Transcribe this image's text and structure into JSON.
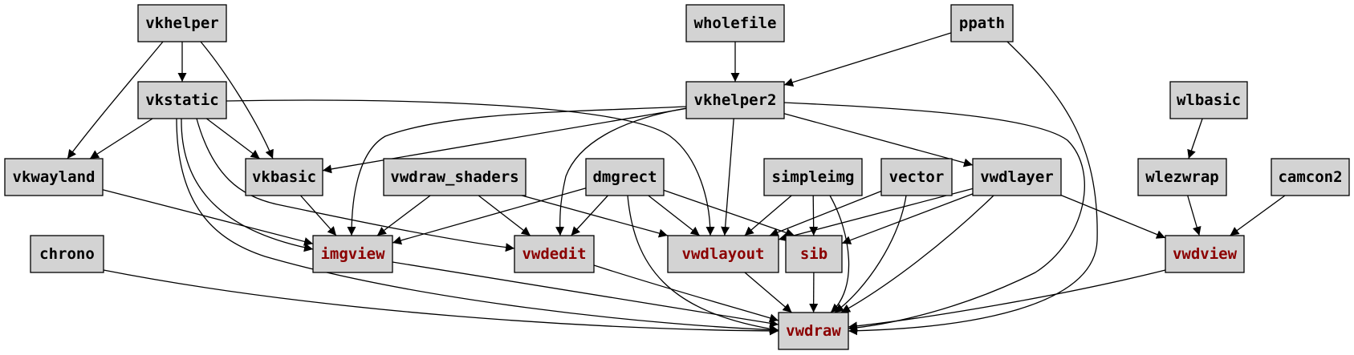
{
  "colors": {
    "node_fill": "#d3d3d3",
    "node_border": "#000000",
    "default_text": "#000000",
    "highlight_text": "#8b0000",
    "edge": "#000000",
    "background": "#ffffff"
  },
  "nodes": {
    "vkhelper": {
      "label": "vkhelper",
      "highlight": false
    },
    "wholefile": {
      "label": "wholefile",
      "highlight": false
    },
    "ppath": {
      "label": "ppath",
      "highlight": false
    },
    "vkstatic": {
      "label": "vkstatic",
      "highlight": false
    },
    "vkhelper2": {
      "label": "vkhelper2",
      "highlight": false
    },
    "wlbasic": {
      "label": "wlbasic",
      "highlight": false
    },
    "vkwayland": {
      "label": "vkwayland",
      "highlight": false
    },
    "vkbasic": {
      "label": "vkbasic",
      "highlight": false
    },
    "vwdraw_shaders": {
      "label": "vwdraw_shaders",
      "highlight": false
    },
    "dmgrect": {
      "label": "dmgrect",
      "highlight": false
    },
    "simpleimg": {
      "label": "simpleimg",
      "highlight": false
    },
    "vector": {
      "label": "vector",
      "highlight": false
    },
    "vwdlayer": {
      "label": "vwdlayer",
      "highlight": false
    },
    "wlezwrap": {
      "label": "wlezwrap",
      "highlight": false
    },
    "camcon2": {
      "label": "camcon2",
      "highlight": false
    },
    "chrono": {
      "label": "chrono",
      "highlight": false
    },
    "imgview": {
      "label": "imgview",
      "highlight": true
    },
    "vwdedit": {
      "label": "vwdedit",
      "highlight": true
    },
    "vwdlayout": {
      "label": "vwdlayout",
      "highlight": true
    },
    "sib": {
      "label": "sib",
      "highlight": true
    },
    "vwdview": {
      "label": "vwdview",
      "highlight": true
    },
    "vwdraw": {
      "label": "vwdraw",
      "highlight": true
    }
  },
  "edges": [
    {
      "from": "vkhelper",
      "to": "vkstatic"
    },
    {
      "from": "vkhelper",
      "to": "vkwayland"
    },
    {
      "from": "vkhelper",
      "to": "vkbasic"
    },
    {
      "from": "wholefile",
      "to": "vkhelper2"
    },
    {
      "from": "ppath",
      "to": "vkhelper2"
    },
    {
      "from": "ppath",
      "to": "vwdraw"
    },
    {
      "from": "vkstatic",
      "to": "vkwayland"
    },
    {
      "from": "vkstatic",
      "to": "vkbasic"
    },
    {
      "from": "vkstatic",
      "to": "vwdlayout"
    },
    {
      "from": "vkstatic",
      "to": "imgview"
    },
    {
      "from": "vkstatic",
      "to": "vwdedit"
    },
    {
      "from": "vkstatic",
      "to": "vwdraw"
    },
    {
      "from": "vkhelper2",
      "to": "vkbasic"
    },
    {
      "from": "vkhelper2",
      "to": "imgview"
    },
    {
      "from": "vkhelper2",
      "to": "vwdedit"
    },
    {
      "from": "vkhelper2",
      "to": "vwdlayout"
    },
    {
      "from": "vkhelper2",
      "to": "vwdlayer"
    },
    {
      "from": "vkhelper2",
      "to": "vwdraw"
    },
    {
      "from": "wlbasic",
      "to": "wlezwrap"
    },
    {
      "from": "vkwayland",
      "to": "imgview"
    },
    {
      "from": "vkbasic",
      "to": "imgview"
    },
    {
      "from": "vwdraw_shaders",
      "to": "imgview"
    },
    {
      "from": "vwdraw_shaders",
      "to": "vwdedit"
    },
    {
      "from": "vwdraw_shaders",
      "to": "vwdlayout"
    },
    {
      "from": "dmgrect",
      "to": "imgview"
    },
    {
      "from": "dmgrect",
      "to": "vwdedit"
    },
    {
      "from": "dmgrect",
      "to": "vwdlayout"
    },
    {
      "from": "dmgrect",
      "to": "sib"
    },
    {
      "from": "dmgrect",
      "to": "vwdraw"
    },
    {
      "from": "simpleimg",
      "to": "vwdlayout"
    },
    {
      "from": "simpleimg",
      "to": "sib"
    },
    {
      "from": "simpleimg",
      "to": "vwdraw"
    },
    {
      "from": "vector",
      "to": "vwdlayout"
    },
    {
      "from": "vector",
      "to": "vwdraw"
    },
    {
      "from": "vwdlayer",
      "to": "vwdlayout"
    },
    {
      "from": "vwdlayer",
      "to": "sib"
    },
    {
      "from": "vwdlayer",
      "to": "vwdview"
    },
    {
      "from": "vwdlayer",
      "to": "vwdraw"
    },
    {
      "from": "wlezwrap",
      "to": "vwdview"
    },
    {
      "from": "camcon2",
      "to": "vwdview"
    },
    {
      "from": "chrono",
      "to": "vwdraw"
    },
    {
      "from": "imgview",
      "to": "vwdraw"
    },
    {
      "from": "vwdedit",
      "to": "vwdraw"
    },
    {
      "from": "vwdlayout",
      "to": "vwdraw"
    },
    {
      "from": "sib",
      "to": "vwdraw"
    },
    {
      "from": "vwdview",
      "to": "vwdraw"
    }
  ]
}
